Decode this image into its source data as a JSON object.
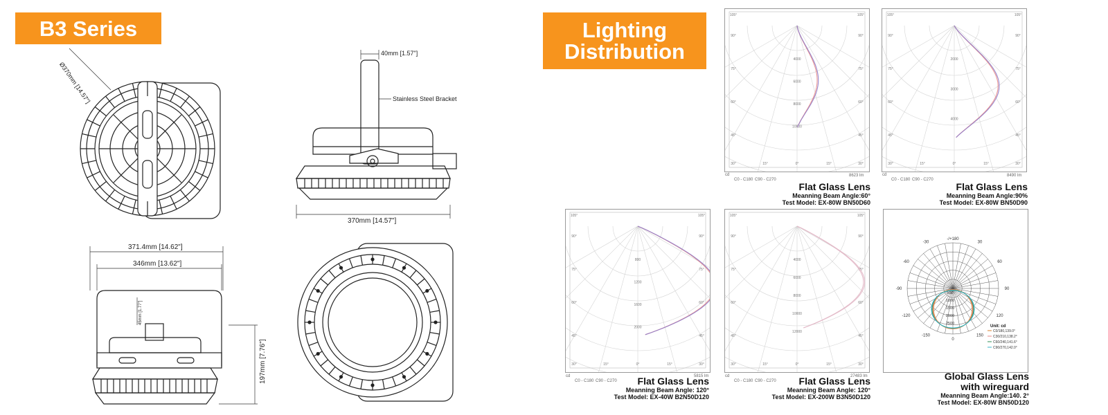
{
  "header": {
    "series_title": "B3 Series",
    "lighting_line1": "Lighting",
    "lighting_line2": "Distribution"
  },
  "colors": {
    "accent": "#f7941d",
    "curve_purple": "#8c79c9",
    "curve_red": "#e98a86",
    "curve_pink": "#e2b8c6",
    "curve_green": "#2f8f55",
    "curve_cyan": "#39b6c9",
    "curve_orange": "#d9822b"
  },
  "drawings": {
    "top_diameter": "Ø370mm [14.57\"]",
    "side_bracket_width": "40mm [1.57\"]",
    "side_bracket_label": "Stainless Steel Bracket",
    "side_diameter": "370mm [14.57\"]",
    "front_width_outer": "371.4mm [14.62\"]",
    "front_width_inner": "346mm [13.62\"]",
    "front_height": "197mm [7.76\"]",
    "front_small_dim": "45mm [1.77\"]"
  },
  "polar_charts": [
    {
      "title": "Flat Glass Lens",
      "line2": "Meanning Beam Angle:60°",
      "line3": "Test Model: EX-80W BN50D60",
      "lumens": "8623 lm",
      "legend_a": "C0 - C180",
      "legend_b": "C90 - C270",
      "corner_left": "105°",
      "corner_right": "105°",
      "side_labels": [
        "90°",
        "75°",
        "60°",
        "45°"
      ],
      "bottom_labels": [
        "30°",
        "15°",
        "0°",
        "15°",
        "30°"
      ],
      "ring_labels": [
        "4000",
        "6000",
        "8000",
        "10000"
      ],
      "cd": "cd"
    },
    {
      "title": "Flat Glass Lens",
      "line2": "Meanning Beam Angle:90%",
      "line3": "Test Model: EX-80W BN50D90",
      "lumens": "8490 lm",
      "legend_a": "C0 - C180",
      "legend_b": "C90 - C270",
      "corner_left": "105°",
      "corner_right": "105°",
      "side_labels": [
        "90°",
        "75°",
        "60°",
        "45°"
      ],
      "bottom_labels": [
        "30°",
        "15°",
        "0°",
        "15°",
        "30°"
      ],
      "ring_labels": [
        "2000",
        "3000",
        "4000"
      ],
      "cd": "cd"
    },
    {
      "title": "Flat Glass Lens",
      "line2": "Meanning Beam Angle: 120°",
      "line3": "Test Model: EX-40W B2N50D120",
      "lumens": "5815 lm",
      "legend_a": "C0 - C180",
      "legend_b": "C90 - C270",
      "corner_left": "105°",
      "corner_right": "105°",
      "side_labels": [
        "90°",
        "75°",
        "60°",
        "45°"
      ],
      "bottom_labels": [
        "30°",
        "15°",
        "0°",
        "15°",
        "30°"
      ],
      "ring_labels": [
        "800",
        "1200",
        "1600",
        "2000"
      ],
      "cd": "cd"
    },
    {
      "title": "Flat Glass Lens",
      "line2": "Meanning Beam Angle: 120°",
      "line3": "Test Model: EX-200W B3N50D120",
      "lumens": "27483 lm",
      "legend_a": "C0 - C180",
      "legend_b": "C90 - C270",
      "corner_left": "105°",
      "corner_right": "105°",
      "side_labels": [
        "90°",
        "75°",
        "60°",
        "45°"
      ],
      "bottom_labels": [
        "30°",
        "15°",
        "0°",
        "15°",
        "30°"
      ],
      "ring_labels": [
        "4000",
        "6000",
        "8000",
        "10000",
        "12000"
      ],
      "cd": "cd"
    }
  ],
  "global_chart": {
    "title_line1": "Global Glass Lens",
    "title_line2": "with wireguard",
    "line2": "Meanning Beam Angle:140. 2°",
    "line3": "Test Model: EX-80W BN50D120",
    "top_label": "-/+180",
    "angle_labels_left": [
      "-150",
      "-120",
      "-90",
      "-60",
      "-30"
    ],
    "angle_labels_right": [
      "150",
      "120",
      "90",
      "60",
      "30"
    ],
    "bottom_label": "0",
    "ring_labels": [
      "500",
      "1000",
      "1500",
      "2000",
      "2500"
    ],
    "unit": "Unit: cd",
    "legend": [
      "C0/180,139.0°",
      "C30/210,138.2°",
      "C60/240,141.6°",
      "C90/270,142.0°"
    ]
  }
}
